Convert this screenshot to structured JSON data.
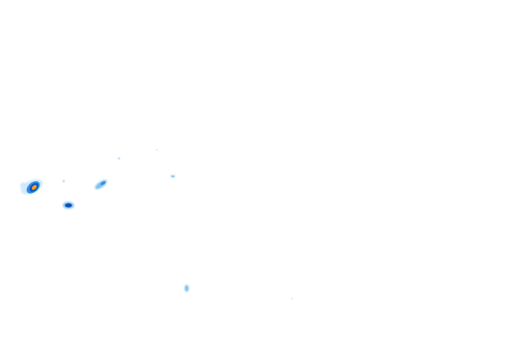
{
  "map": {
    "type": "precipitation-intensity-overlay",
    "background_color": "#ffffff",
    "intensity_colors": {
      "light": "#cfe8fb",
      "moderate": "#7cc0f0",
      "medium": "#2f8fe6",
      "heavy": "#1450b8",
      "extreme": "#f2a316"
    },
    "cells": [
      {
        "name": "cell-west-main",
        "intensity": "extreme"
      },
      {
        "name": "cell-west-secondary",
        "intensity": "heavy"
      },
      {
        "name": "cell-center-streak",
        "intensity": "moderate"
      },
      {
        "name": "cell-small-east",
        "intensity": "light"
      },
      {
        "name": "cell-south",
        "intensity": "moderate"
      },
      {
        "name": "speckle-a",
        "intensity": "light"
      },
      {
        "name": "speckle-b",
        "intensity": "light"
      },
      {
        "name": "speckle-c",
        "intensity": "light"
      },
      {
        "name": "speckle-d",
        "intensity": "light"
      }
    ]
  }
}
